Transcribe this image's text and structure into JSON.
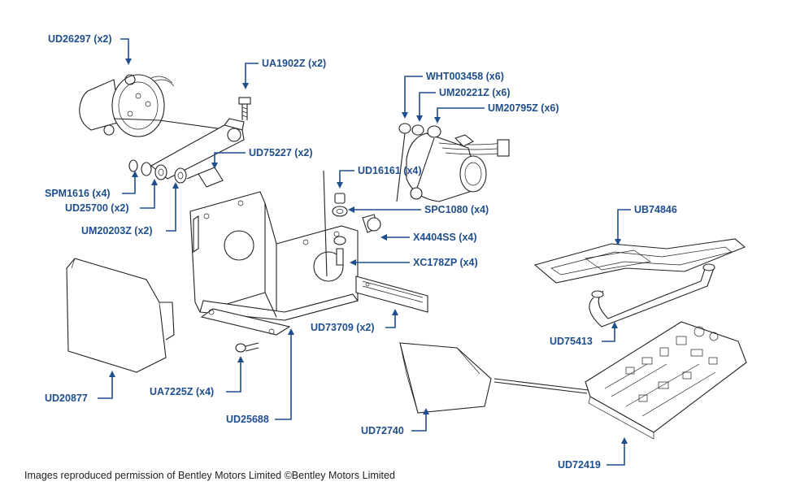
{
  "labels": {
    "ud26297": "UD26297 (x2)",
    "ua1902z": "UA1902Z (x2)",
    "wht003458": "WHT003458 (x6)",
    "um20221z": "UM20221Z (x6)",
    "um20795z": "UM20795Z (x6)",
    "ud75227": "UD75227 (x2)",
    "ud16161": "UD16161 (x4)",
    "spm1616": "SPM1616 (x4)",
    "ud25700": "UD25700 (x2)",
    "spc1080": "SPC1080 (x4)",
    "ub74846": "UB74846",
    "x4404ss": "X4404SS (x4)",
    "um20203z": "UM20203Z (x2)",
    "xc178zp": "XC178ZP (x4)",
    "ud73709": "UD73709 (x2)",
    "ud75413": "UD75413",
    "ud20877": "UD20877",
    "ua7225z": "UA7225Z (x4)",
    "ud25688": "UD25688",
    "ud72740": "UD72740",
    "ud72419": "UD72419"
  },
  "credit": "Images reproduced permission of Bentley Motors Limited ©Bentley Motors Limited",
  "colors": {
    "label": "#1f4e8c",
    "line": "#222222",
    "background": "#ffffff"
  }
}
